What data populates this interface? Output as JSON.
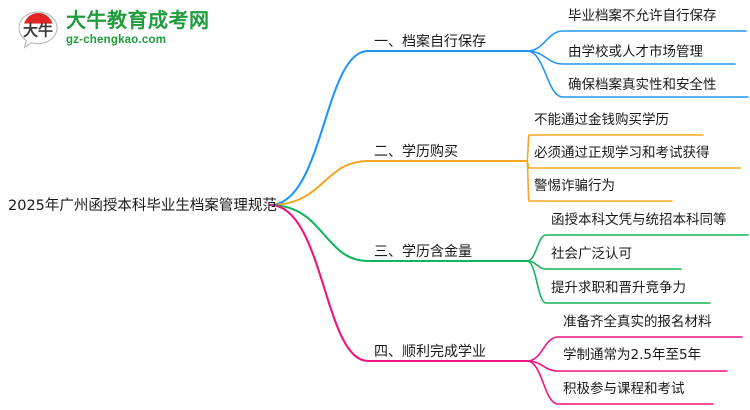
{
  "logo": {
    "mark_text": "大牛",
    "mark_icon": "speech-bubble-logo-icon",
    "brand_cn": "大牛教育成考网",
    "brand_url": "gz-chengkao.com",
    "brand_color": "#1f9d3d",
    "mark_accent_color": "#e02424"
  },
  "mindmap": {
    "root": {
      "label": "2025年广州函授本科毕业生档案管理规范"
    },
    "branches": [
      {
        "label": "一、档案自行保存",
        "color": "#2196f3",
        "leaves": [
          "毕业档案不允许自行保存",
          "由学校或人才市场管理",
          "确保档案真实性和安全性"
        ]
      },
      {
        "label": "二、学历购买",
        "color": "#f5a623",
        "leaves": [
          "不能通过金钱购买学历",
          "必须通过正规学习和考试获得",
          "警惕诈骗行为"
        ]
      },
      {
        "label": "三、学历含金量",
        "color": "#14b45c",
        "leaves": [
          "函授本科文凭与统招本科同等",
          "社会广泛认可",
          "提升求职和晋升竞争力"
        ]
      },
      {
        "label": "四、顺利完成学业",
        "color": "#ee1580",
        "leaves": [
          "准备齐全真实的报名材料",
          "学制通常为2.5年至5年",
          "积极参与课程和考试"
        ]
      }
    ]
  }
}
